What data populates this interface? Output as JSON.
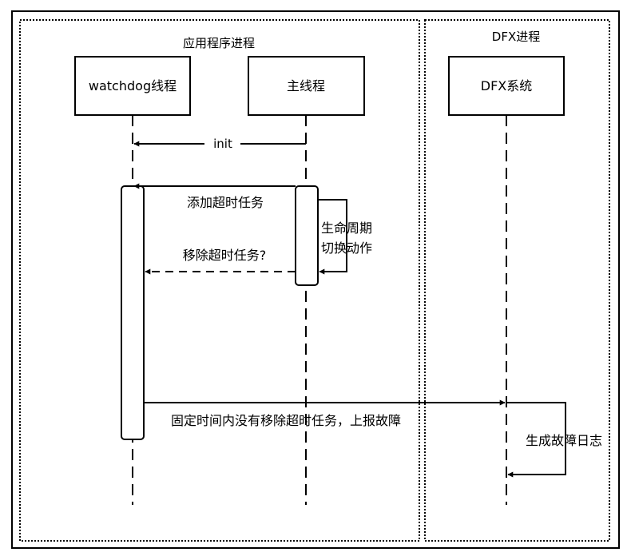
{
  "regions": {
    "app_process": "应用程序进程",
    "dfx_process": "DFX进程"
  },
  "participants": {
    "watchdog": "watchdog线程",
    "main_thread": "主线程",
    "dfx_system": "DFX系统"
  },
  "messages": {
    "init": "init",
    "add_timeout_task": "添加超时任务",
    "lifecycle_line1": "生命周期",
    "lifecycle_line2": "切换动作",
    "remove_timeout_task": "移除超时任务?",
    "report_fault": "固定时间内没有移除超时任务，上报故障",
    "generate_fault_log": "生成故障日志"
  }
}
